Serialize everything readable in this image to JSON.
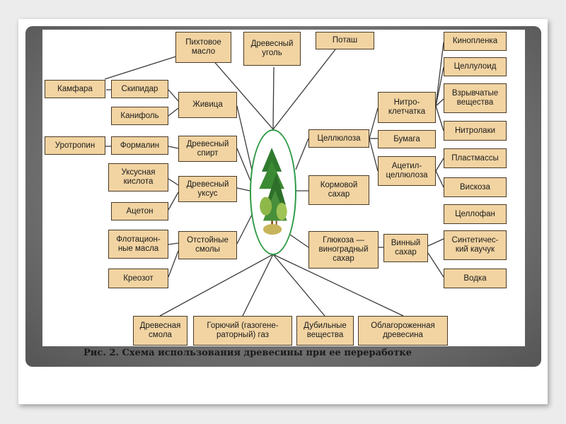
{
  "diagram": {
    "boxes": {
      "pikhtovoe": "Пихтовое\nмасло",
      "drevesny_ugol": "Древесный\nуголь",
      "potash": "Поташ",
      "kamfara": "Камфара",
      "skipidar": "Скипидар",
      "zhivitsa": "Живица",
      "kanifol": "Канифоль",
      "urotropin": "Уротропин",
      "formalin": "Формалин",
      "drevesny_spirt": "Древесный\nспирт",
      "uksusnaya_kislota": "Уксусная\nкислота",
      "drevesny_uksus": "Древесный\nуксус",
      "aceton": "Ацетон",
      "flotatsionnye": "Флотацион-\nные масла",
      "otstoynye": "Отстойные\nсмолы",
      "kreozot": "Креозот",
      "drevesnaya_smola": "Древесная\nсмола",
      "goryuchiy_gaz": "Горючий (газогене-\nраторный) газ",
      "dubilnye": "Дубильные\nвещества",
      "oblagorozhennaya": "Облагороженная\nдревесина",
      "kinoplenka": "Кинопленка",
      "celluloid": "Целлулоид",
      "nitrocellulose": "Нитро-\nклетчатка",
      "vzryvchatye": "Взрывчатые\nвещества",
      "nitrolaki": "Нитролаки",
      "cellyuloza": "Целлюлоза",
      "bumaga": "Бумага",
      "acetyl": "Ацетил-\nцеллюлоза",
      "plastmassy": "Пластмассы",
      "viskoza": "Вискоза",
      "kormovoy": "Кормовой\nсахар",
      "cellofan": "Целлофан",
      "glyukoza": "Глюкоза —\nвиноградный\nсахар",
      "vinny": "Винный\nсахар",
      "kauchuk": "Синтетичес-\nкий каучук",
      "vodka": "Водка"
    },
    "caption": "Рис. 2. Схема использования древесины при ее переработке"
  }
}
